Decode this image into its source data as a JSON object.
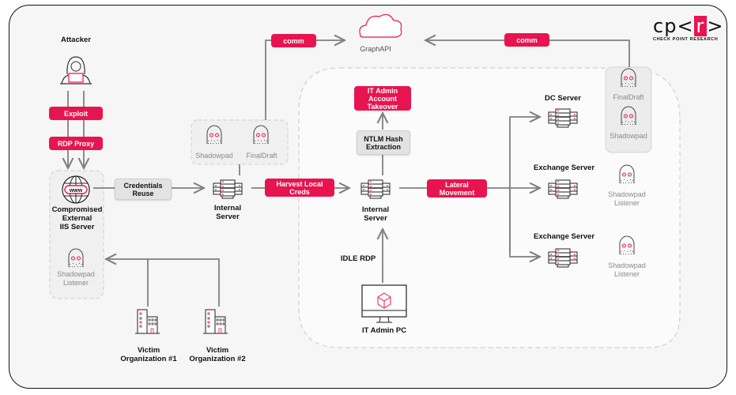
{
  "title": "Attack chain diagram",
  "logo": {
    "brand": "cp",
    "bracket_open": "<",
    "r": "r",
    "bracket_close": ">",
    "subtitle": "CHECK POINT RESEARCH"
  },
  "colors": {
    "accent": "#e8144f",
    "line": "#808080",
    "label_grey": "#8a8a8a"
  },
  "nodes": {
    "attacker": "Attacker",
    "iis_server": [
      "Compromised",
      "External",
      "IIS Server"
    ],
    "iis_listener": [
      "Shadowpad",
      "Listener"
    ],
    "internal_server_1": [
      "Internal",
      "Server"
    ],
    "implant_shadowpad": "Shadowpad",
    "implant_finaldraft": "FinalDraft",
    "graphapi": "GraphAPI",
    "internal_server_2": [
      "Internal",
      "Server"
    ],
    "it_admin_pc": "IT Admin PC",
    "dc_server": "DC Server",
    "dc_implant_finaldraft": "FinalDraft",
    "dc_implant_shadowpad": "Shadowpad",
    "exchange_1": "Exchange Server",
    "exchange_1_listener": [
      "Shadowpad",
      "Listener"
    ],
    "exchange_2": "Exchange Server",
    "exchange_2_listener": [
      "Shadowpad",
      "Listener"
    ],
    "victim_1": [
      "Victim",
      "Organization #1"
    ],
    "victim_2": [
      "Victim",
      "Organization #2"
    ]
  },
  "steps": {
    "exploit": "Exploit",
    "rdp_proxy": "RDP Proxy",
    "credentials_reuse": [
      "Credentials",
      "Reuse"
    ],
    "comm_left": "comm",
    "comm_right": "comm",
    "harvest_local_creds": [
      "Harvest Local",
      "Creds"
    ],
    "ntlm_hash_extraction": [
      "NTLM Hash",
      "Extraction"
    ],
    "it_admin_takeover": [
      "IT Admin",
      "Account",
      "Takeover"
    ],
    "lateral_movement": [
      "Lateral",
      "Movement"
    ],
    "idle_rdp": "IDLE RDP"
  },
  "icons": {
    "attacker": "hacker-icon",
    "iis": "globe-www-icon",
    "implant": "ghost-icon",
    "server": "server-rack-icon",
    "cloud": "cloud-icon",
    "pc": "desktop-monitor-icon",
    "building": "office-building-icon"
  }
}
